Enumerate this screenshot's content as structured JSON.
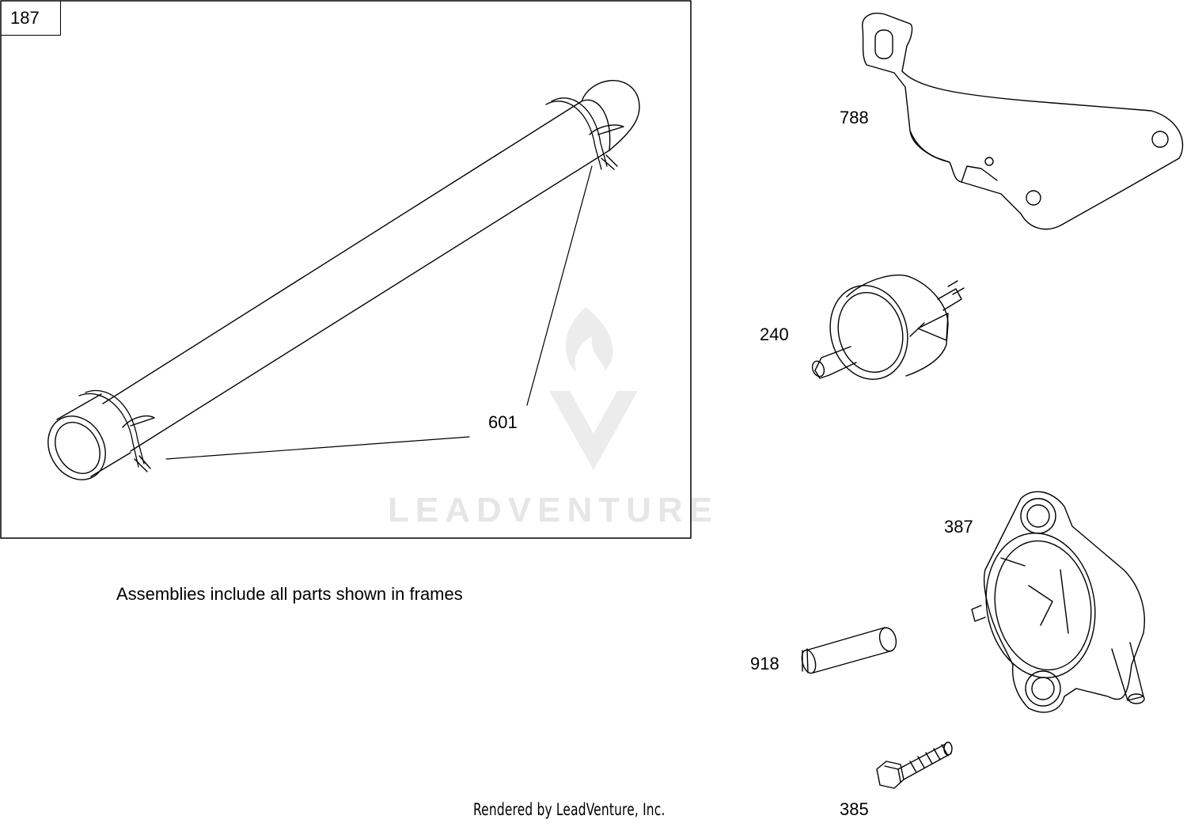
{
  "frame": {
    "assembly_ref": "187"
  },
  "callouts": {
    "tube_clamp": "601",
    "bracket": "788",
    "fuel_filter": "240",
    "fuel_pump": "387",
    "fitting": "918",
    "screw": "385"
  },
  "note": "Assemblies include all parts shown in frames",
  "credit": "Rendered by LeadVenture, Inc.",
  "watermark": {
    "text": "LEADVENTURE",
    "color": "#e6e6e6"
  },
  "colors": {
    "line": "#000000",
    "frame": "#000000",
    "background": "#ffffff"
  }
}
